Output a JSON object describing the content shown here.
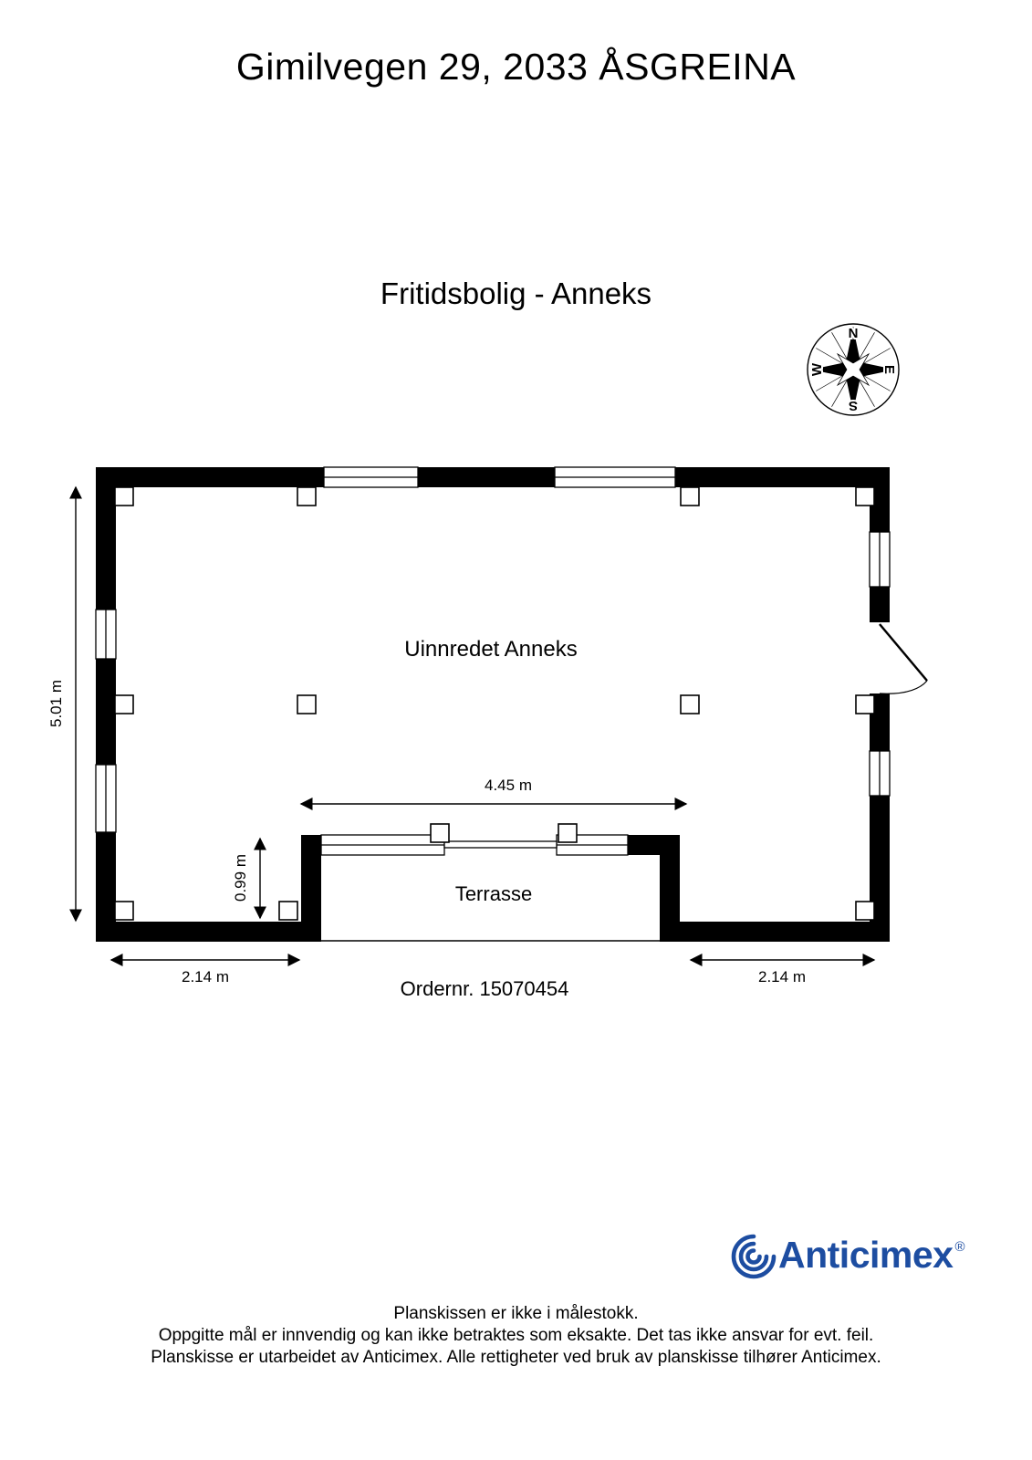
{
  "header": {
    "title": "Gimilvegen 29, 2033 ÅSGREINA"
  },
  "plan": {
    "subtitle": "Fritidsbolig - Anneks",
    "room_label": "Uinnredet Anneks",
    "terrace_label": "Terrasse",
    "order_number": "Ordernr. 15070454"
  },
  "compass": {
    "north": "N",
    "east": "E",
    "south": "S",
    "west": "W"
  },
  "dimensions": {
    "left_height": "5.01 m",
    "terrace_width": "4.45 m",
    "terrace_depth": "0.99 m",
    "bottom_left": "2.14 m",
    "bottom_right": "2.14 m"
  },
  "branding": {
    "logo_text": "Anticimex",
    "registered_mark": "®"
  },
  "footer": {
    "line1": "Planskissen er ikke i målestokk.",
    "line2": "Oppgitte mål er innvendig og kan ikke betraktes som eksakte. Det tas ikke ansvar for evt. feil.",
    "line3": "Planskisse er utarbeidet av Anticimex. Alle rettigheter ved bruk av planskisse tilhører Anticimex."
  },
  "colors": {
    "brand_blue": "#1d4da1",
    "wall_color": "#000000"
  }
}
